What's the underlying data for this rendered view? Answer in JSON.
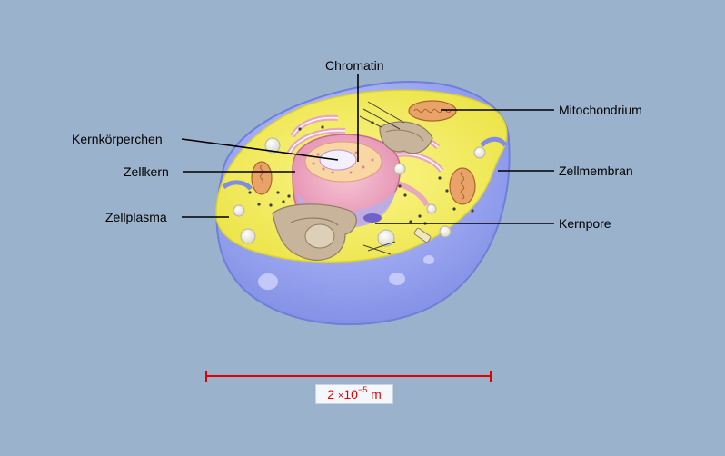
{
  "labels": {
    "chromatin": "Chromatin",
    "nucleolus": "Kernkörperchen",
    "nucleus": "Zellkern",
    "cytoplasm": "Zellplasma",
    "mitochondrion": "Mitochondrium",
    "cell_membrane": "Zellmembran",
    "nuclear_pore": "Kernpore"
  },
  "scale": {
    "mantissa": "2",
    "times": "×",
    "base": "10",
    "exponent": "−5",
    "unit": "m"
  },
  "colors": {
    "background": "#9ab2cc",
    "cytoplasm": "#f3ec62",
    "membrane": "#8f9ff0",
    "scale_bar": "#e00000"
  }
}
